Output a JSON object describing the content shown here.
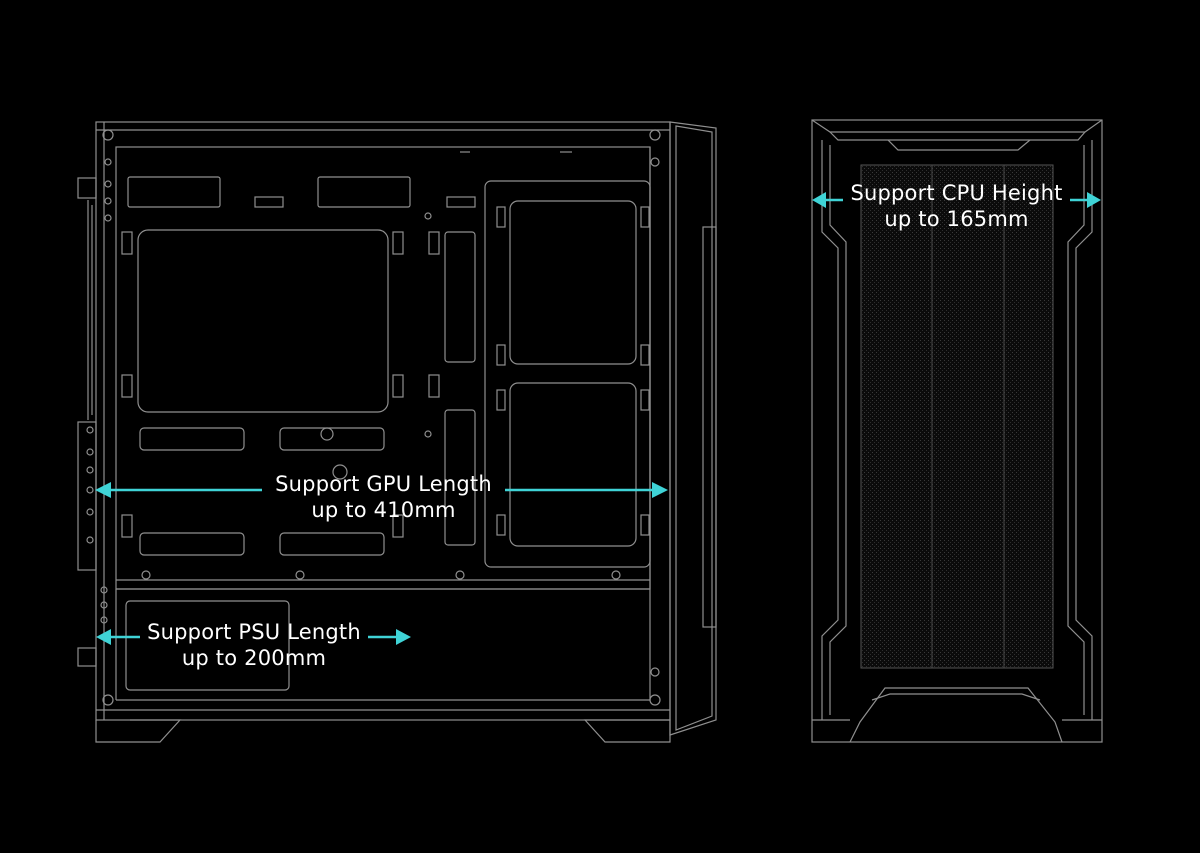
{
  "annotations": {
    "gpu": {
      "line1": "Support GPU Length",
      "line2": "up to 410mm"
    },
    "psu": {
      "line1": "Support PSU Length",
      "line2": "up to 200mm"
    },
    "cpu": {
      "line1": "Support CPU Height",
      "line2": "up to 165mm"
    }
  },
  "colors": {
    "background": "#000000",
    "outline": "#8f8f8f",
    "arrow": "#3fd3d6",
    "text": "#ffffff"
  }
}
